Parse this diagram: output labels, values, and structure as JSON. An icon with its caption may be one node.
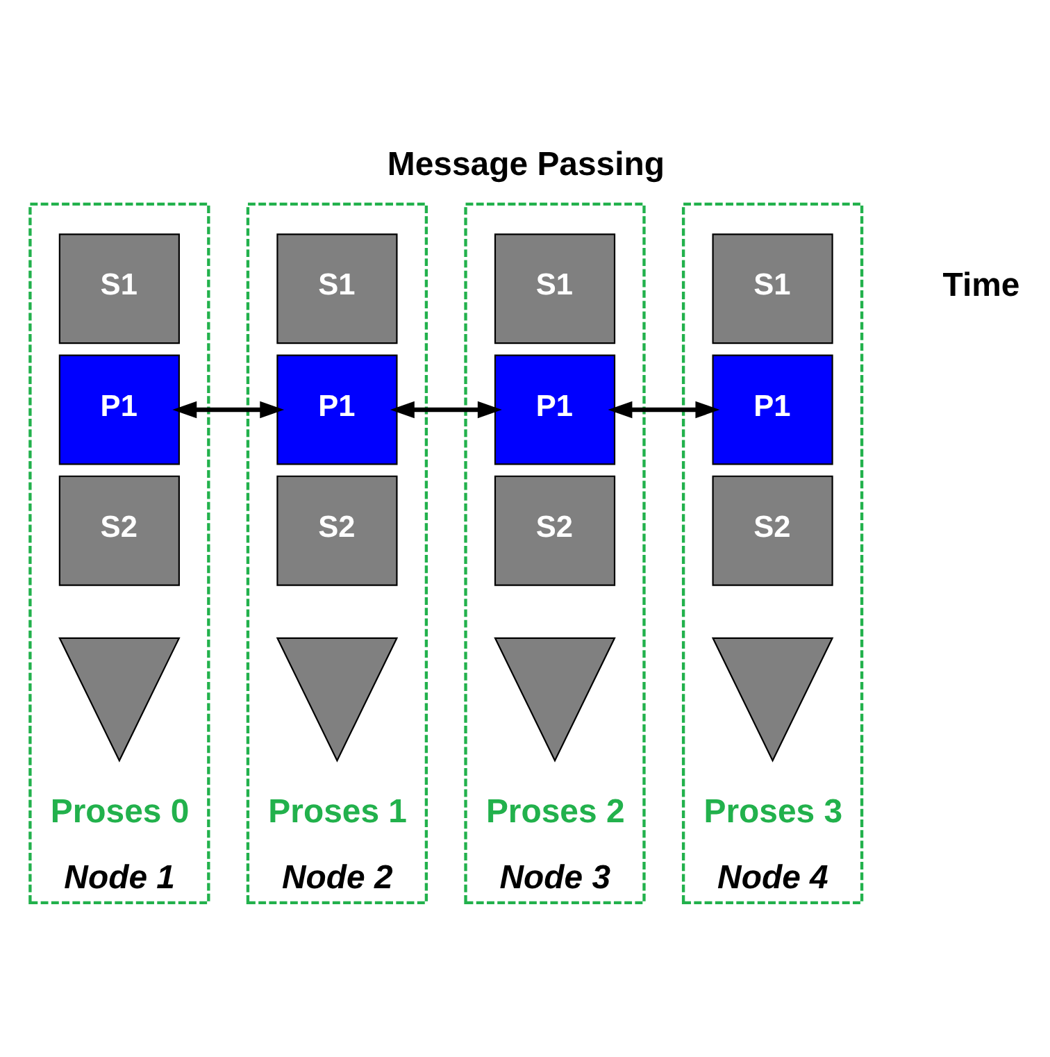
{
  "diagram": {
    "title": "Message Passing",
    "nodes": [
      {
        "text": [
          "Proses 0"
        ],
        "beside": [
          "Node 1"
        ]
      },
      {
        "text": [
          "S1"
        ],
        "in": 0
      },
      {
        "text": [
          "P1"
        ],
        "in": 0
      },
      {
        "text": [
          "S2"
        ],
        "in": 0
      },
      {
        "text": [],
        "shape": "triangle",
        "in": 0
      },
      {
        "text": [
          "Proses 1"
        ],
        "beside": [
          "Node 2"
        ]
      },
      {
        "text": [
          "S1"
        ],
        "in": 5
      },
      {
        "text": [
          "P1"
        ],
        "in": 5
      },
      {
        "text": [
          "S2"
        ],
        "in": 5
      },
      {
        "text": [],
        "shape": "triangle",
        "in": 5
      },
      {
        "text": [
          "Proses 2"
        ],
        "beside": [
          "Node 3"
        ]
      },
      {
        "text": [
          "S1"
        ],
        "in": 10
      },
      {
        "text": [
          "P1"
        ],
        "in": 10
      },
      {
        "text": [
          "S2"
        ],
        "in": 10
      },
      {
        "text": [],
        "shape": "triangle",
        "in": 10
      },
      {
        "text": [
          "Proses 3"
        ],
        "beside": [
          "Node 4"
        ]
      },
      {
        "text": [
          "S1"
        ],
        "in": 15
      },
      {
        "text": [
          "P1"
        ],
        "in": 15
      },
      {
        "text": [
          "S2"
        ],
        "in": 15
      },
      {
        "text": [],
        "shape": "triangle",
        "in": 15
      }
    ],
    "edges": [
      {
        "from": 2,
        "to": 7,
        "arrow": "both"
      },
      {
        "from": 7,
        "to": 12,
        "arrow": "both"
      },
      {
        "from": 12,
        "to": 17,
        "arrow": "both"
      }
    ],
    "labels": [
      "Time"
    ]
  }
}
